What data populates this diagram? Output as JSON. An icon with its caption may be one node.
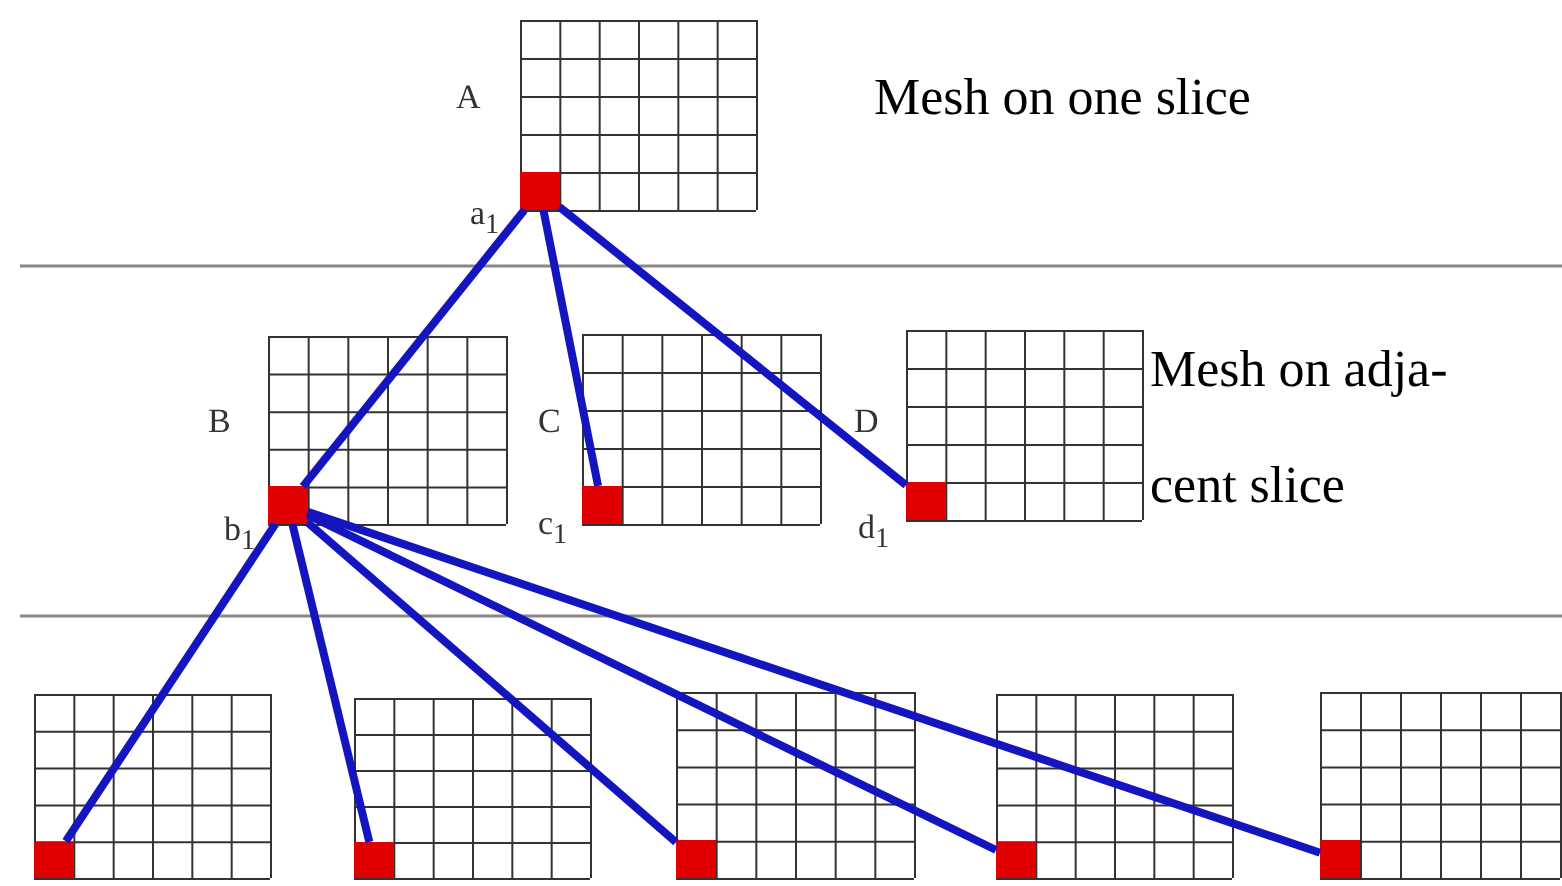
{
  "diagram": {
    "nodes": [
      {
        "text": [
          "A"
        ]
      },
      {
        "text": [],
        "shape": "box",
        "in": 0,
        "beside": [
          "a$_{1}$"
        ]
      },
      {
        "text": [
          "B"
        ]
      },
      {
        "text": [],
        "shape": "box",
        "in": 2,
        "beside": [
          "b$_{1}$"
        ]
      },
      {
        "text": [
          "C"
        ]
      },
      {
        "text": [],
        "shape": "box",
        "in": 4,
        "beside": [
          "c$_{1}$"
        ]
      },
      {
        "text": [
          "D"
        ]
      },
      {
        "text": [],
        "shape": "box",
        "in": 6,
        "beside": [
          "d$_{1}$"
        ]
      },
      {
        "text": [],
        "shape": "box"
      },
      {
        "text": [],
        "shape": "box",
        "in": 8
      },
      {
        "text": [],
        "shape": "box"
      },
      {
        "text": [],
        "shape": "box",
        "in": 10
      },
      {
        "text": [],
        "shape": "box"
      },
      {
        "text": [],
        "shape": "box",
        "in": 12
      },
      {
        "text": [],
        "shape": "box"
      },
      {
        "text": [],
        "shape": "box",
        "in": 14
      },
      {
        "text": [],
        "shape": "box"
      },
      {
        "text": [],
        "shape": "box",
        "in": 16
      }
    ],
    "edges": [
      {
        "from": 1,
        "to": 3,
        "arrow": "none"
      },
      {
        "from": 1,
        "to": 5,
        "arrow": "none"
      },
      {
        "from": 1,
        "to": 7,
        "arrow": "none"
      },
      {
        "from": 3,
        "to": 9,
        "arrow": "none"
      },
      {
        "from": 3,
        "to": 11,
        "arrow": "none"
      },
      {
        "from": 3,
        "to": 13,
        "arrow": "none"
      },
      {
        "from": 3,
        "to": 15,
        "arrow": "none"
      },
      {
        "from": 3,
        "to": 17,
        "arrow": "none"
      }
    ],
    "labels": [
      "Mesh on one slice",
      "Mesh on adja- cent slice"
    ]
  }
}
